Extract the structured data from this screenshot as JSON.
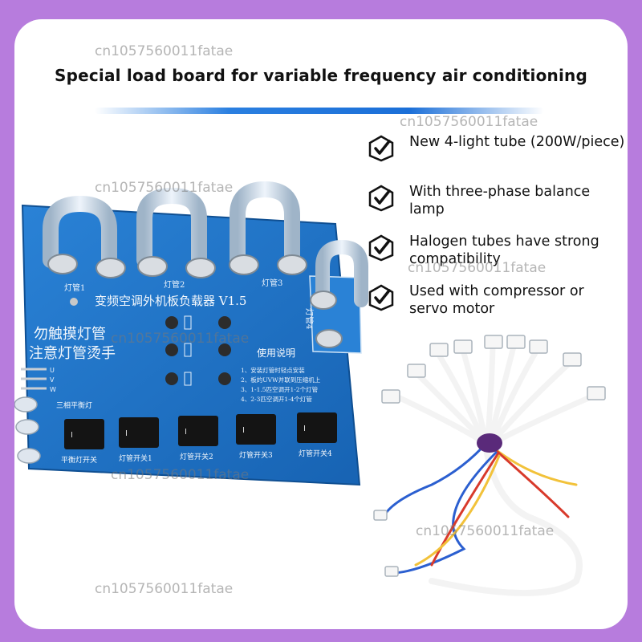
{
  "title": "Special load board for variable frequency air conditioning",
  "features": [
    {
      "icon": "check-icon",
      "text": "New 4-light tube (200W/piece)"
    },
    {
      "icon": "check-icon",
      "text": "With three-phase balance lamp"
    },
    {
      "icon": "check-icon",
      "text": "Halogen tubes have strong compatibility"
    },
    {
      "icon": "check-icon",
      "text": "Used with compressor or servo motor"
    }
  ],
  "board": {
    "board_title": "变频空调外机板负载器 V1.5",
    "warning_1": "勿触摸灯管",
    "warning_2": "注意灯管烫手",
    "tube_labels": [
      "灯管1",
      "灯管2",
      "灯管3",
      "灯管4"
    ],
    "switch_labels": [
      "平衡灯开关",
      "灯管开关1",
      "灯管开关2",
      "灯管开关3",
      "灯管开关4"
    ],
    "instructions_title": "使用说明",
    "instructions": [
      "1、安装灯管时轻点安装",
      "2、板的UVW并联到压缩机上",
      "3、1-1.5匹空调开1-2个灯管",
      "4、2-3匹空调开1-4个灯管"
    ],
    "phase_labels": [
      "U",
      "V",
      "W"
    ],
    "balance_label": "三相平衡灯"
  },
  "watermark": "cn1057560011fatae",
  "colors": {
    "background": "#b77cdd",
    "board": "#1e74c8",
    "accent": "#2a7fe0",
    "text": "#111111"
  }
}
